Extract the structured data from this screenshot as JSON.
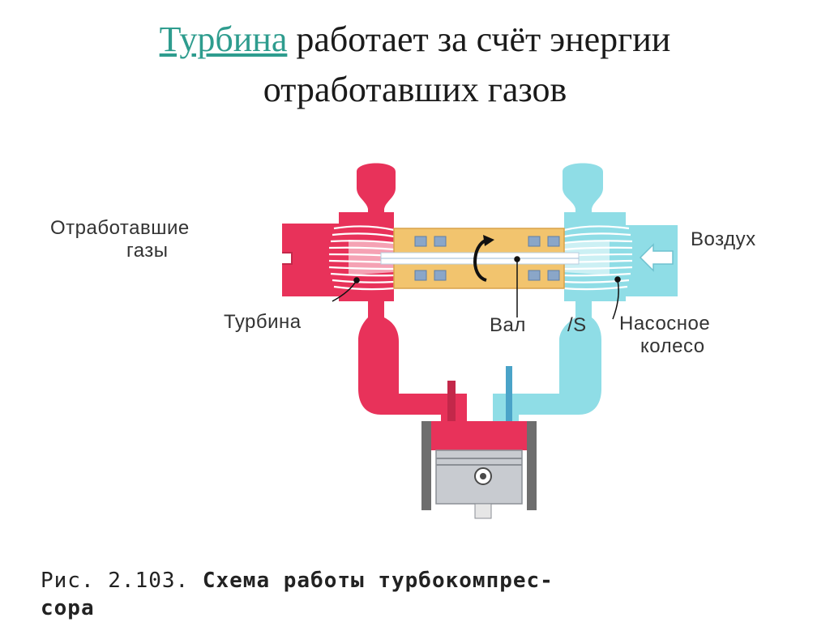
{
  "title": {
    "link_word": "Турбина",
    "line1_rest": " работает за счёт энергии",
    "line2": "отработавших газов"
  },
  "labels": {
    "exhaust_line1": "Отработавшие",
    "exhaust_line2": "газы",
    "air": "Воздух",
    "turbine": "Турбина",
    "shaft": "Вал",
    "shaft_s": "/S",
    "pump_line1": "Насосное",
    "pump_line2": "колесо"
  },
  "caption": {
    "prefix": "Рис. 2.103. ",
    "bold_line1": "Схема работы турбокомпрес-",
    "bold_line2": "сора"
  },
  "colors": {
    "exhaust": "#e8325a",
    "intake": "#8fdde6",
    "housing": "#f2c46e",
    "bearing": "#8aa6c8"
  }
}
